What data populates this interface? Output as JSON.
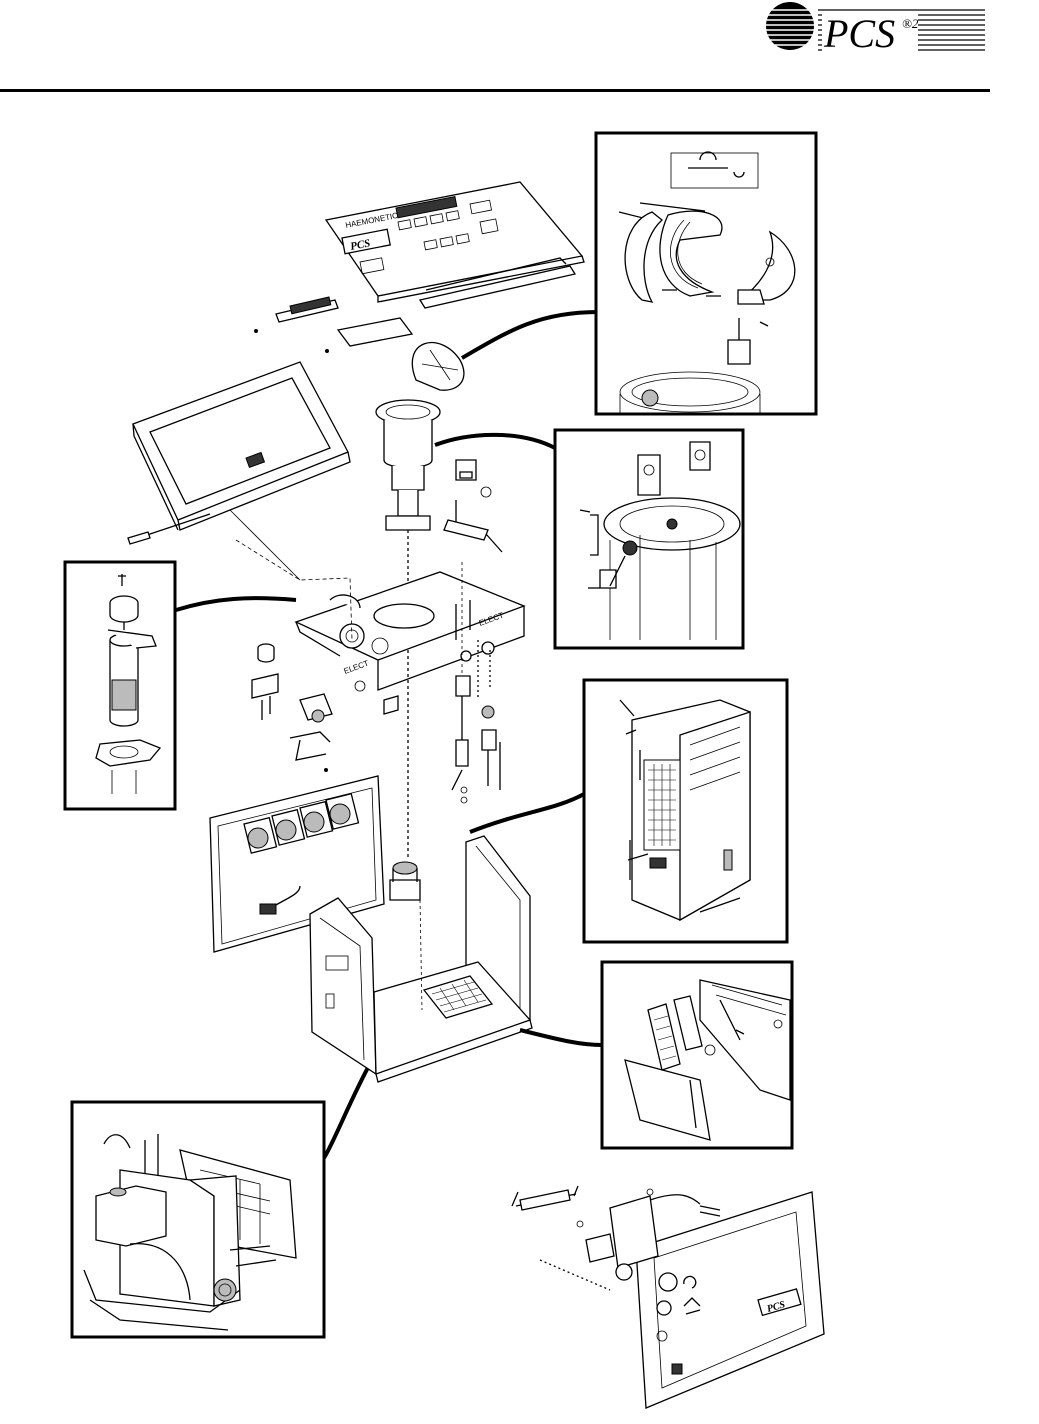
{
  "header": {
    "logo_text": "PCS",
    "logo_superscript": "®2"
  },
  "front_panel": {
    "brand_label": "HAEMONETICS",
    "logo_lettering": "PCS"
  },
  "side_panel": {
    "logo_lettering": "PCS"
  },
  "chassis": {
    "labels": [
      "ELECT",
      "ELECT"
    ]
  },
  "colors": {
    "ink": "#000000",
    "paper": "#ffffff"
  }
}
